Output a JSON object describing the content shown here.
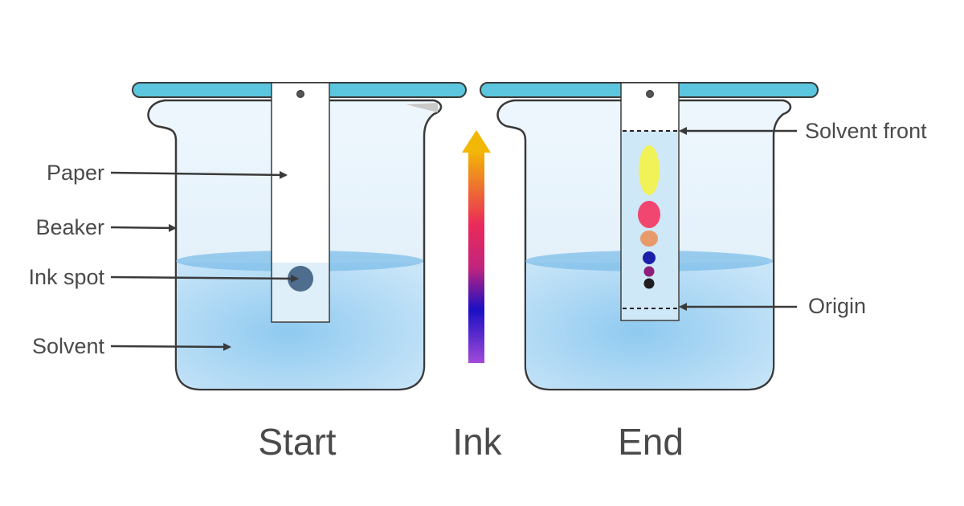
{
  "labels": {
    "paper": "Paper",
    "beaker": "Beaker",
    "ink_spot": "Ink spot",
    "solvent": "Solvent",
    "solvent_front": "Solvent front",
    "origin": "Origin"
  },
  "captions": {
    "start": "Start",
    "ink": "Ink",
    "end": "End"
  },
  "colors": {
    "rod": "#5bc6de",
    "solvent": "#a9d6f3",
    "glass_outline": "#3a3a3a",
    "ink_spot": "#4f6d8c",
    "arrow_top": "#f2b705",
    "arrow_mid": "#ea2a5a",
    "arrow_low": "#1a0fc4",
    "arrow_bottom": "#a24ad8"
  },
  "separated_inks": [
    {
      "name": "yellow",
      "color": "#f1f158"
    },
    {
      "name": "red",
      "color": "#f04670"
    },
    {
      "name": "orange",
      "color": "#e99a6b"
    },
    {
      "name": "blue",
      "color": "#1b1ea8"
    },
    {
      "name": "purple",
      "color": "#8e1f7d"
    },
    {
      "name": "black",
      "color": "#1f1f1f"
    }
  ]
}
